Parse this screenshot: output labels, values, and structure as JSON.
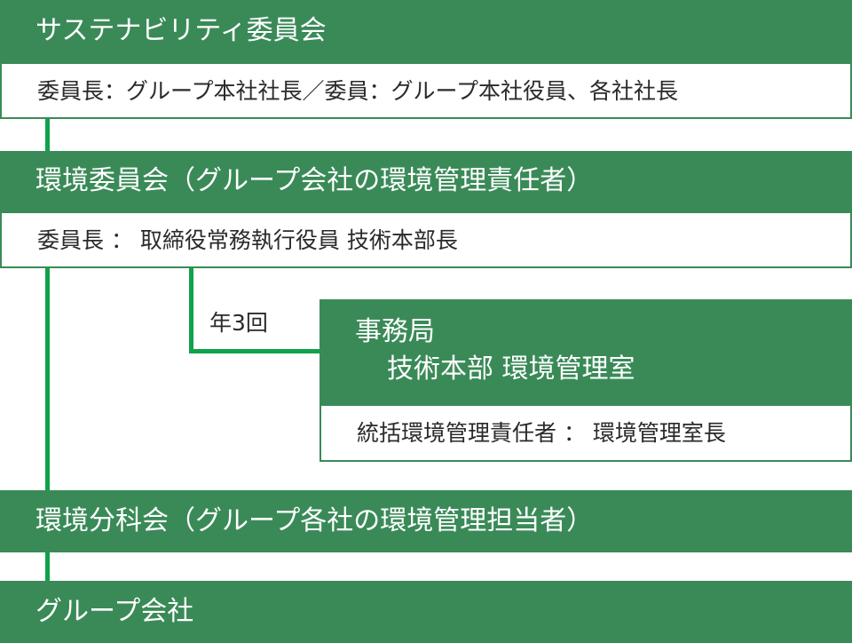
{
  "sustainability_committee": {
    "title": "サステナビリティ委員会",
    "members": "委員長：グループ本社社長／委員：グループ本社役員、各社社長"
  },
  "environment_committee": {
    "title": "環境委員会（グループ会社の環境管理責任者）",
    "chair": "委員長 ： 取締役常務執行役員 技術本部長"
  },
  "secretariat": {
    "title": "事務局",
    "department": "技術本部 環境管理室",
    "manager": "統括環境管理責任者 ： 環境管理室長",
    "frequency": "年3回"
  },
  "environment_subcommittee": {
    "title": "環境分科会（グループ各社の環境管理担当者）"
  },
  "group_companies": {
    "title": "グループ会社"
  },
  "colors": {
    "header_green": "#3a8a58",
    "connector_green": "#10a24b"
  }
}
